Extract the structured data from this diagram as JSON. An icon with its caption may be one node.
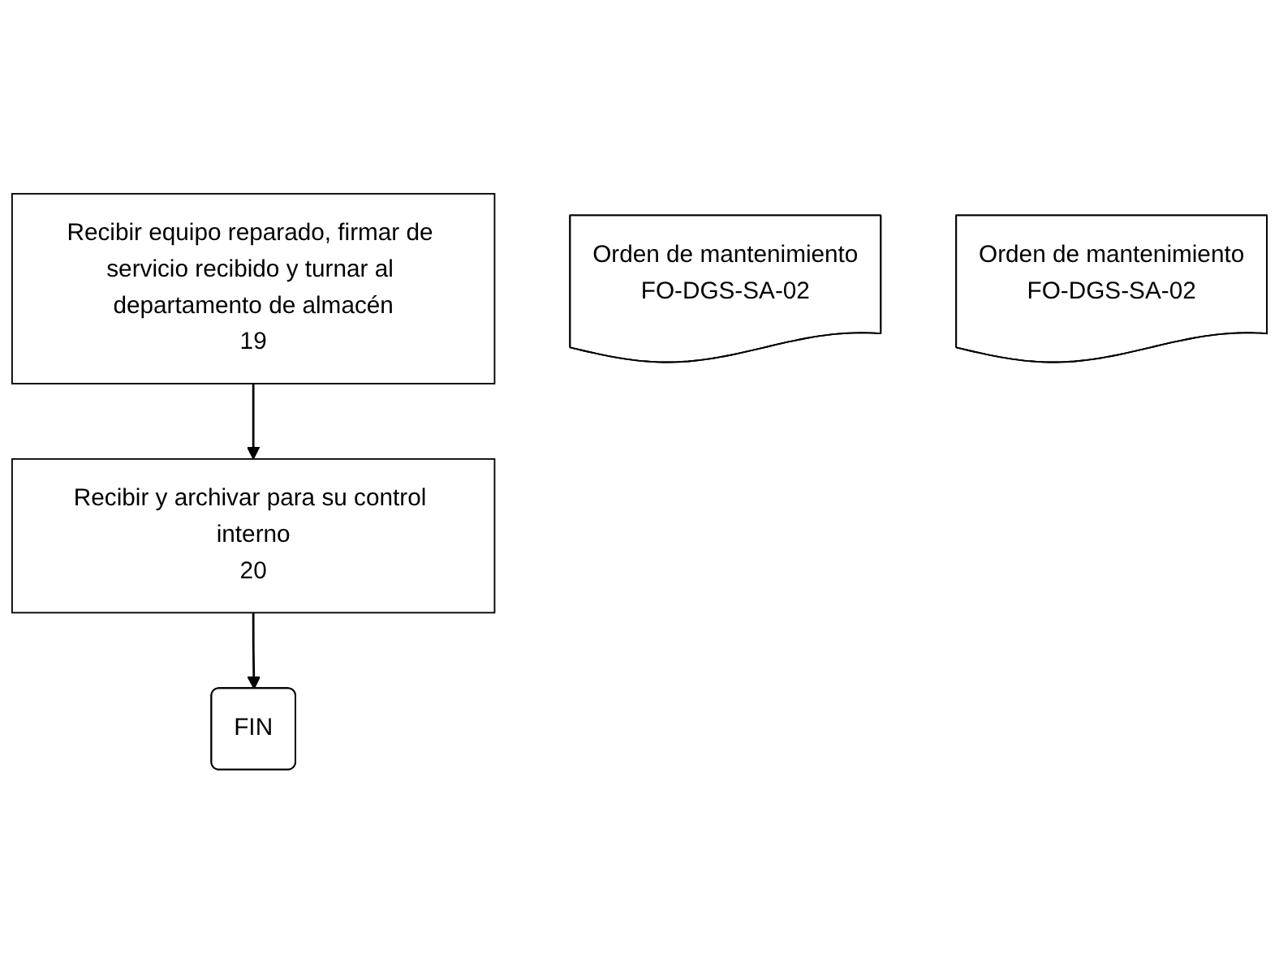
{
  "diagram": {
    "nodes": [
      {
        "text": [
          "Recibir equipo reparado, firmar de servicio recibido y turnar al departamento de almacén",
          "19"
        ]
      },
      {
        "text": [
          "Orden de mantenimiento",
          "FO-DGS-SA-02"
        ]
      },
      {
        "text": [
          "Recibir y archivar para su control interno",
          "20"
        ]
      },
      {
        "text": [
          "Orden de mantenimiento",
          "FO-DGS-SA-02"
        ]
      },
      {
        "text": [
          "FIN"
        ]
      }
    ],
    "edges": [
      {
        "from": 0,
        "to": 2,
        "arrow": "to"
      },
      {
        "from": 2,
        "to": 4,
        "arrow": "to"
      }
    ]
  }
}
